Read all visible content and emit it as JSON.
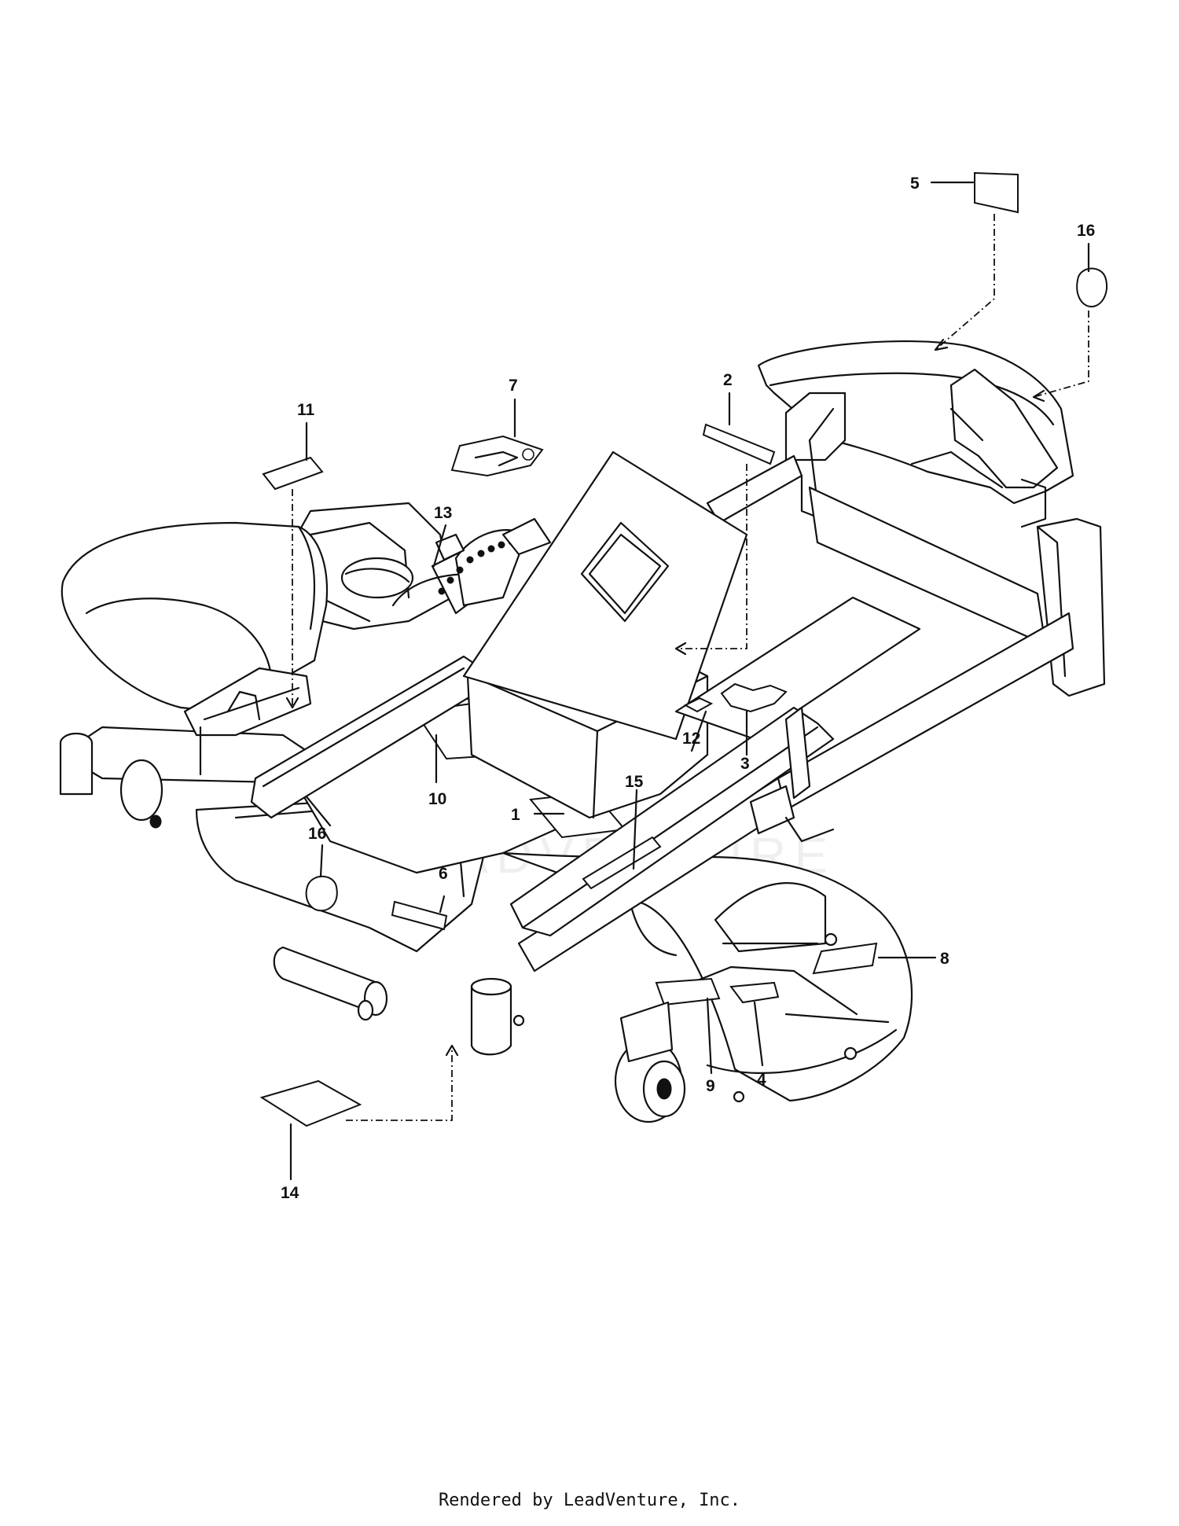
{
  "callouts": [
    "1",
    "2",
    "3",
    "4",
    "5",
    "6",
    "7",
    "8",
    "9",
    "10",
    "11",
    "12",
    "13",
    "14",
    "15",
    "16"
  ],
  "watermark": "LEADVENTURE",
  "footer": "Rendered by LeadVenture, Inc."
}
